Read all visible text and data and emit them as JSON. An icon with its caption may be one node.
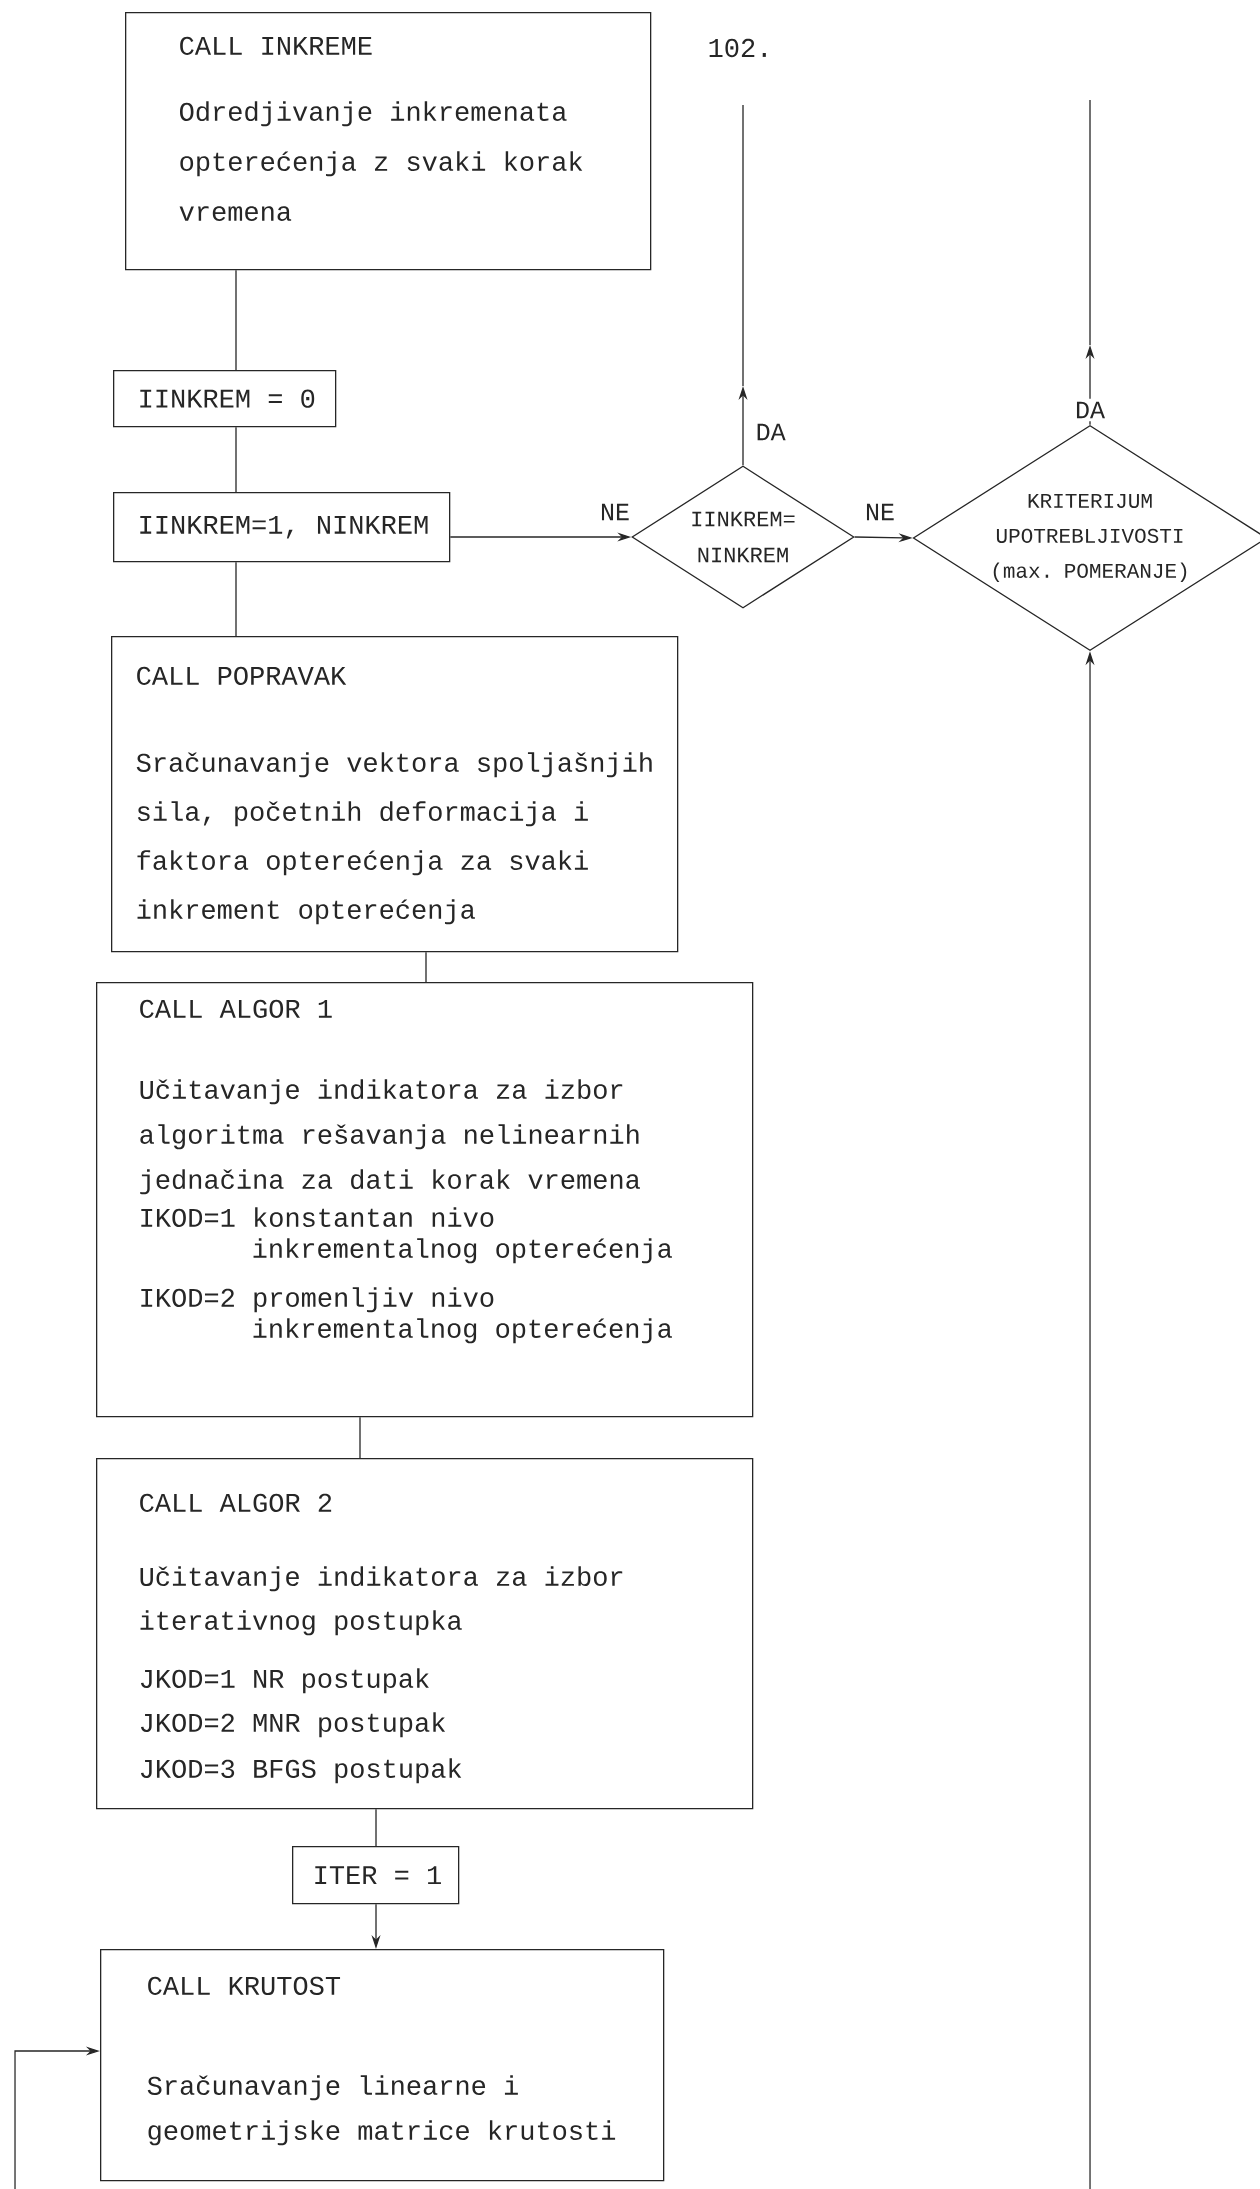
{
  "diagram": {
    "nodes": [
      {
        "text": [
          "CALL INKREME",
          "Odredjivanje inkremenata opterećenja z svaki korak vremena"
        ]
      },
      {
        "text": [
          "IINKREM = 0"
        ]
      },
      {
        "text": [
          "IINKREM=1, NINKREM"
        ]
      },
      {
        "text": [
          "IINKREM= NINKREM"
        ]
      },
      {
        "text": [
          "KRITERIJUM UPOTREBLJIVOSTI (max. POMERANJE)"
        ]
      },
      {
        "text": [
          "CALL POPRAVAK",
          "Sračunavanje vektora spoljašnjih sila, početnih deformacija i faktora opterećenja za svaki inkrement opterećenja"
        ]
      },
      {
        "text": [
          "CALL ALGOR 1",
          "Učitavanje indikatora za izbor algoritma rešavanja nelinearnih jednačina za dati korak vremena",
          "IKOD=1 konstantan nivo inkrementalnog opterećenja",
          "IKOD=2 promenljiv nivo inkrementalnog opterećenja"
        ]
      },
      {
        "text": [
          "CALL ALGOR 2",
          "Učitavanje indikatora za izbor iterativnog postupka",
          "JKOD=1 NR postupak",
          "JKOD=2 MNR postupak",
          "JKOD=3 BFGS postupak"
        ]
      },
      {
        "text": [
          "ITER = 1"
        ]
      },
      {
        "text": [
          "CALL KRUTOST",
          "Sračunavanje linearne i geometrijske matrice krutosti"
        ]
      }
    ],
    "edges": [
      {
        "from": 0,
        "to": 1,
        "arrow": "none"
      },
      {
        "from": 1,
        "to": 2,
        "arrow": "none"
      },
      {
        "from": 2,
        "to": 5,
        "arrow": "none"
      },
      {
        "from": 2,
        "to": 3,
        "arrow": "to",
        "label": "NE"
      },
      {
        "from": 3,
        "to": 4,
        "arrow": "to",
        "label": "NE"
      },
      {
        "from": 3,
        "to": null,
        "arrow": "to",
        "label": "DA"
      },
      {
        "from": 4,
        "to": null,
        "arrow": "to",
        "label": "DA"
      },
      {
        "from": 5,
        "to": 6,
        "arrow": "none"
      },
      {
        "from": 6,
        "to": 7,
        "arrow": "none"
      },
      {
        "from": 7,
        "to": 8,
        "arrow": "none"
      },
      {
        "from": 8,
        "to": 9,
        "arrow": "to"
      },
      {
        "from": null,
        "to": 4,
        "arrow": "to"
      },
      {
        "from": null,
        "to": 9,
        "arrow": "to"
      }
    ],
    "labels": [
      "102."
    ]
  }
}
